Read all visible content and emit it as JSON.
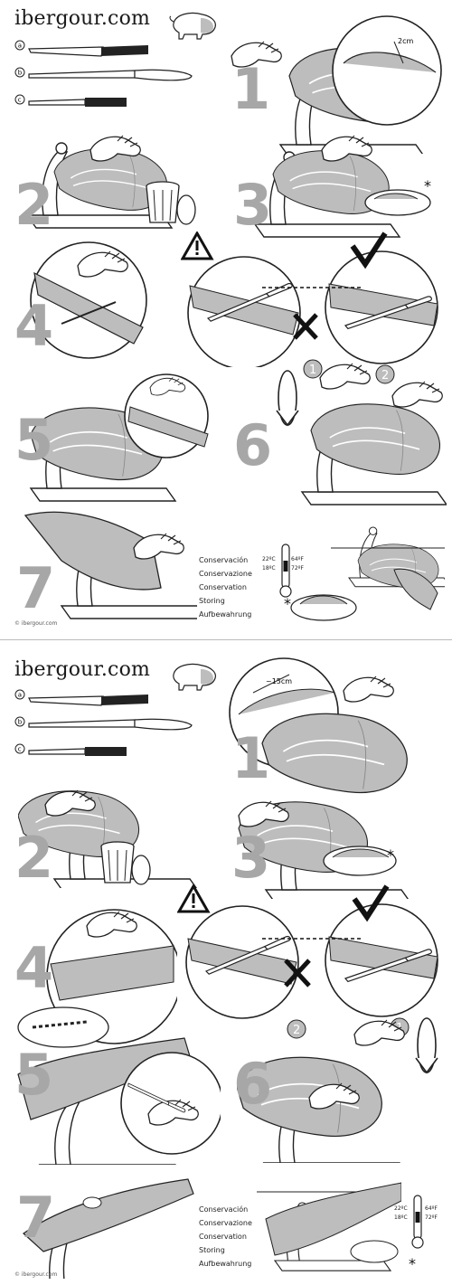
{
  "panels": [
    {
      "brand": "ibergour.com",
      "knife_labels": [
        "a",
        "b",
        "c"
      ],
      "steps": [
        "1",
        "2",
        "3",
        "4",
        "5",
        "6",
        "7"
      ],
      "measurement": "2cm",
      "substeps": [
        "1",
        "2"
      ],
      "conservation": [
        "Conservación",
        "Conservazione",
        "Conservation",
        "Storing",
        "Aufbewahrung"
      ],
      "temps": {
        "high_c": "22ºC",
        "low_c": "18ºC",
        "high_f": "64ºF",
        "low_f": "72ºF"
      },
      "copyright": "© ibergour.com",
      "asterisk": "*"
    },
    {
      "brand": "ibergour.com",
      "knife_labels": [
        "a",
        "b",
        "c"
      ],
      "steps": [
        "1",
        "2",
        "3",
        "4",
        "5",
        "6",
        "7"
      ],
      "measurement": "~15cm",
      "substeps": [
        "2",
        "1"
      ],
      "conservation": [
        "Conservación",
        "Conservazione",
        "Conservation",
        "Storing",
        "Aufbewahrung"
      ],
      "temps": {
        "high_c": "22ºC",
        "low_c": "18ºC",
        "high_f": "64ºF",
        "low_f": "72ºF"
      },
      "copyright": "© ibergour.com",
      "asterisk": "*"
    }
  ],
  "icons": [
    "pig-icon",
    "knife-icon",
    "ham-stand-icon",
    "trash-bin-icon",
    "warning-icon",
    "check-icon",
    "cross-icon",
    "rotate-icon",
    "thermometer-icon",
    "plate-icon"
  ]
}
